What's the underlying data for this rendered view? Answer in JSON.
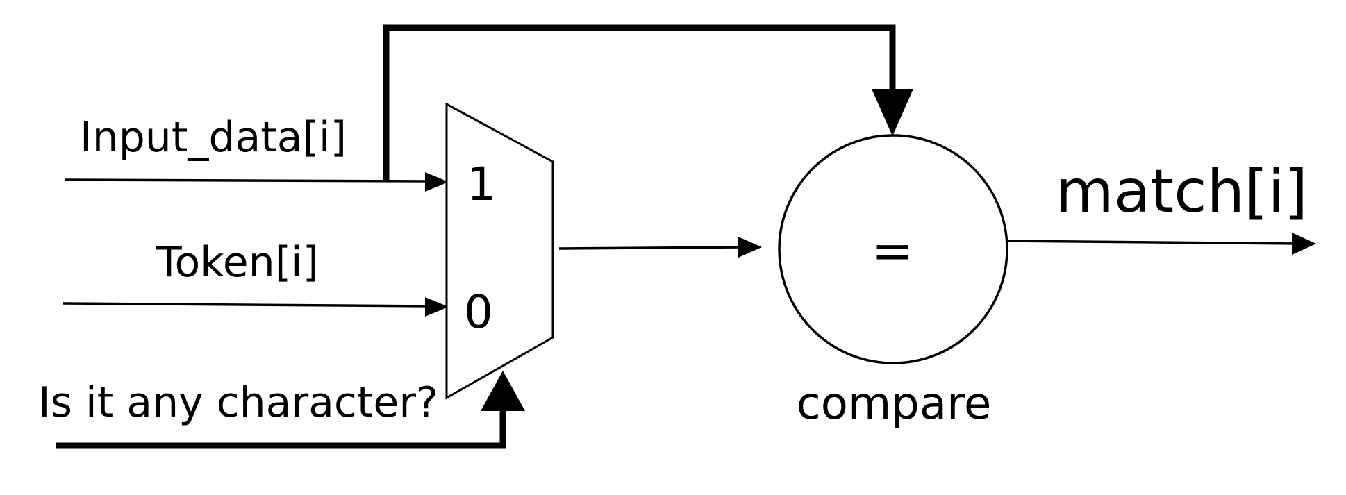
{
  "diagram": {
    "inputs": {
      "input_data": "Input_data[i]",
      "token": "Token[i]",
      "select": "Is it any character?"
    },
    "mux": {
      "in1_label": "1",
      "in0_label": "0"
    },
    "comparator": {
      "symbol": "=",
      "caption": "compare"
    },
    "output": {
      "label": "match[i]"
    }
  }
}
